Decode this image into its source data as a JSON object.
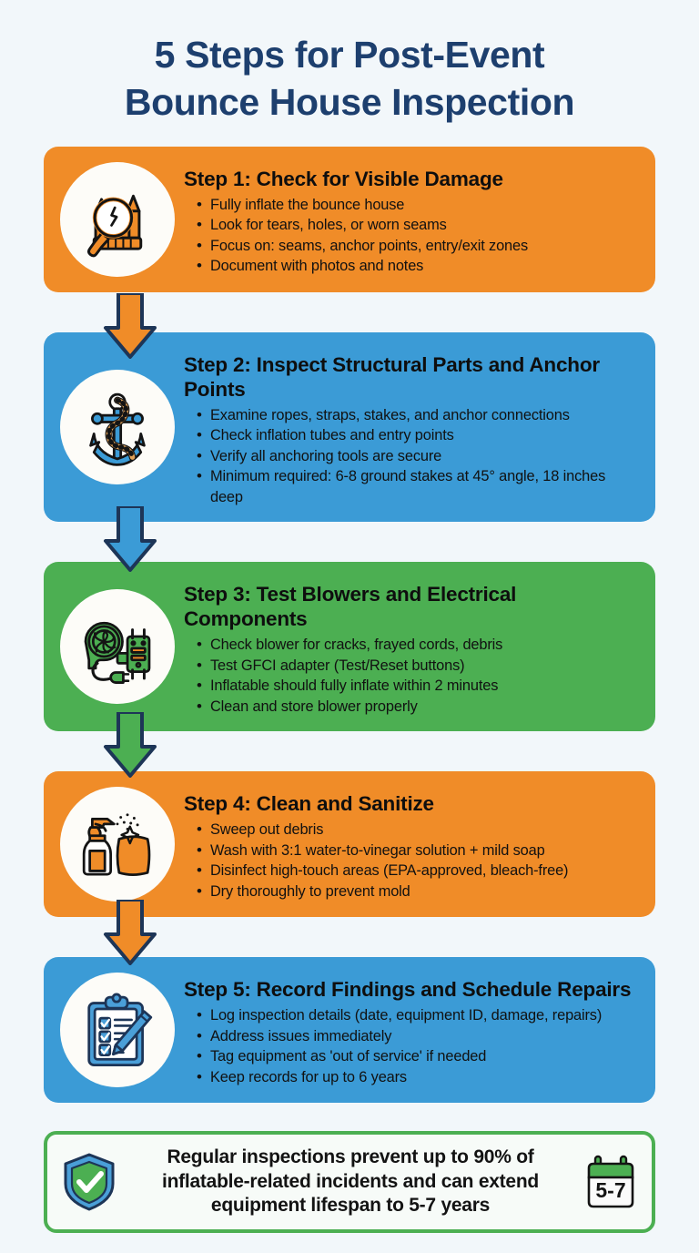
{
  "title": {
    "line1": "5 Steps for Post-Event",
    "line2": "Bounce House Inspection"
  },
  "colors": {
    "background": "#f2f7fa",
    "title_navy": "#1d3f6e",
    "orange": "#f08c28",
    "blue": "#3b9bd6",
    "green": "#4caf52",
    "outline_navy": "#1d3557",
    "medallion": "#fdfcf8"
  },
  "steps": [
    {
      "icon": "magnifier-bounce-house-icon",
      "color": "orange",
      "title": "Step 1: Check for Visible Damage",
      "bullets": [
        "Fully inflate the bounce house",
        "Look for tears, holes, or worn seams",
        "Focus on: seams, anchor points, entry/exit zones",
        "Document with photos and notes"
      ]
    },
    {
      "icon": "anchor-rope-icon",
      "color": "blue",
      "title": "Step 2: Inspect Structural Parts and Anchor Points",
      "bullets": [
        "Examine ropes, straps, stakes, and anchor connections",
        "Check inflation tubes and entry points",
        "Verify all anchoring tools are secure",
        "Minimum required: 6-8 ground stakes at 45° angle, 18 inches deep"
      ]
    },
    {
      "icon": "blower-gfci-icon",
      "color": "green",
      "title": "Step 3: Test Blowers and Electrical Components",
      "bullets": [
        "Check blower for cracks, frayed cords, debris",
        "Test GFCI adapter (Test/Reset buttons)",
        "Inflatable should fully inflate within 2 minutes",
        "Clean and store blower properly"
      ]
    },
    {
      "icon": "spray-bottle-sponge-icon",
      "color": "orange",
      "title": "Step 4: Clean and Sanitize",
      "bullets": [
        "Sweep out debris",
        "Wash with 3:1 water-to-vinegar solution + mild soap",
        "Disinfect high-touch areas (EPA-approved, bleach-free)",
        "Dry thoroughly to prevent mold"
      ]
    },
    {
      "icon": "clipboard-checklist-pencil-icon",
      "color": "blue",
      "title": "Step 5: Record Findings and Schedule Repairs",
      "bullets": [
        "Log inspection details (date, equipment ID, damage, repairs)",
        "Address issues immediately",
        "Tag equipment as 'out of service' if needed",
        "Keep records for up to 6 years"
      ]
    }
  ],
  "footer": {
    "shield_icon": "shield-check-icon",
    "text_line1": "Regular inspections prevent up to 90% of",
    "text_line2": "inflatable-related incidents and can extend",
    "text_line3": "equipment lifespan to 5-7 years",
    "calendar_icon": "calendar-icon",
    "calendar_label": "5-7"
  }
}
